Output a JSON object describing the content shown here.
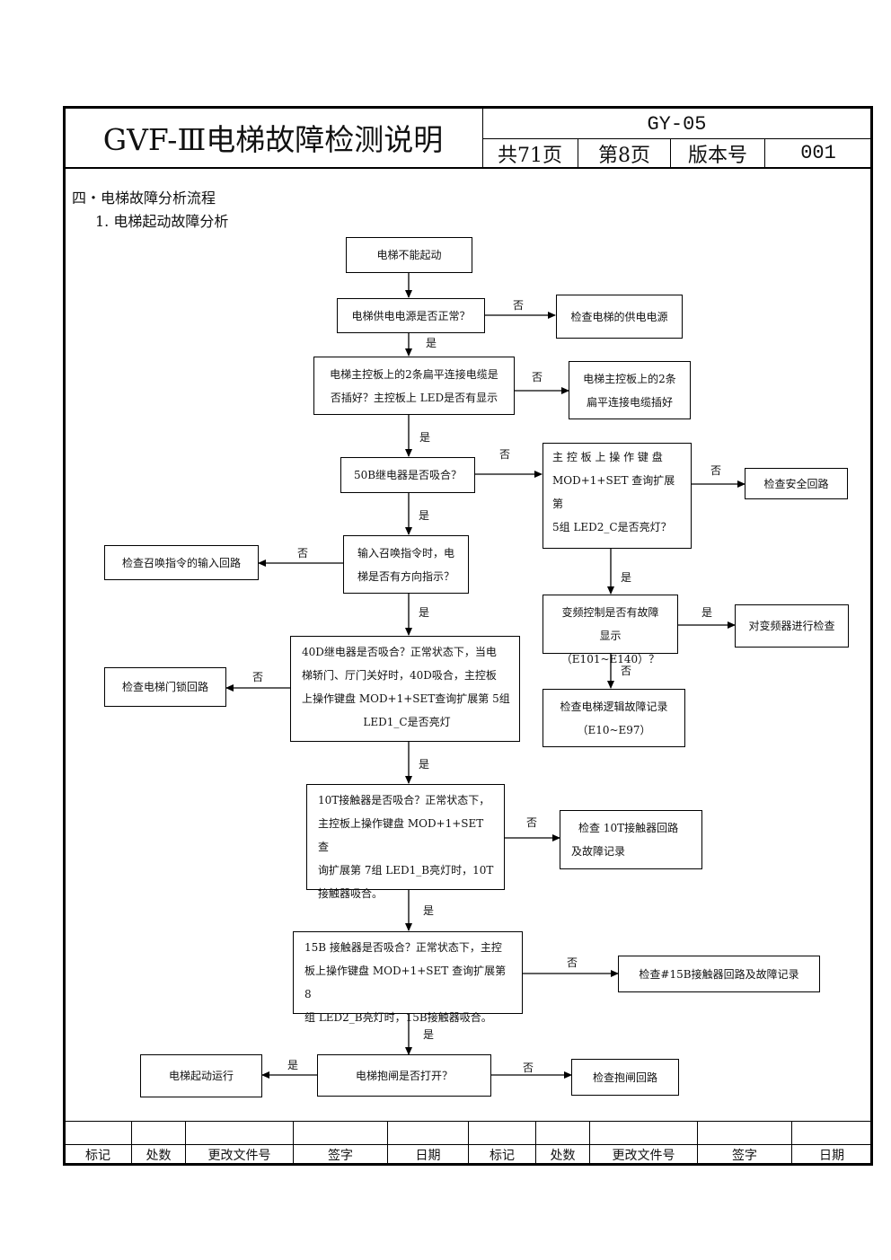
{
  "header": {
    "title": "GVF-Ⅲ电梯故障检测说明",
    "doc_code": "GY-05",
    "total_pages": "共71页",
    "page_no": "第8页",
    "version_label": "版本号",
    "version_value": "001"
  },
  "section": {
    "heading": "四・电梯故障分析流程",
    "subheading": "1.  电梯起动故障分析"
  },
  "flow": {
    "start": "电梯不能起动",
    "q_power": "电梯供电电源是否正常？",
    "a_power": "检查电梯的供电电源",
    "q_cable_1": "电梯主控板上的2条扁平连接电缆是",
    "q_cable_2": "否插好？主控板上  LED是否有显示",
    "a_cable_1": "电梯主控板上的2条",
    "a_cable_2": "扁平连接电缆插好",
    "q_50b": "50B继电器是否吸合？",
    "q_kbd_1": "主 控 板 上 操 作 键 盘",
    "q_kbd_2": "MOD+1+SET  查询扩展第",
    "q_kbd_3": "5组   LED2_C是否亮灯？",
    "a_safety": "检查安全回路",
    "q_call_1": "输入召唤指令时，电",
    "q_call_2": "梯是否有方向指示？",
    "a_call": "检查召唤指令的输入回路",
    "q_vf_1": "变频控制是否有故障",
    "q_vf_2": "显示（E101~E140）？",
    "a_vf": "对变频器进行检查",
    "a_logic_1": "检查电梯逻辑故障记录",
    "a_logic_2": "（E10~E97）",
    "q_40d_1": "40D继电器是否吸合？正常状态下，当电",
    "q_40d_2": "梯轿门、厅门关好时，40D吸合，主控板",
    "q_40d_3": "上操作键盘  MOD+1+SET查询扩展第    5组",
    "q_40d_4": "LED1_C是否亮灯",
    "a_door": "检查电梯门锁回路",
    "q_10t_1": "10T接触器是否吸合？正常状态下，",
    "q_10t_2": "主控板上操作键盘    MOD+1+SET   查",
    "q_10t_3": "询扩展第  7组    LED1_B亮灯时，10T",
    "q_10t_4": "接触器吸合。",
    "a_10t_1": "检查  10T接触器回路",
    "a_10t_2": "及故障记录",
    "q_15b_1": "15B  接触器是否吸合？正常状态下，主控",
    "q_15b_2": "板上操作键盘  MOD+1+SET 查询扩展第     8",
    "q_15b_3": "组  LED2_B亮灯时，15B接触器吸合。",
    "a_15b": "检查#15B接触器回路及故障记录",
    "q_brake": "电梯抱闸是否打开？",
    "a_brake": "检查抱闸回路",
    "a_run": "电梯起动运行"
  },
  "labels": {
    "yes": "是",
    "no": "否"
  },
  "footer": {
    "cols": [
      "标记",
      "处数",
      "更改文件号",
      "签字",
      "日期",
      "标记",
      "处数",
      "更改文件号",
      "签字",
      "日期"
    ]
  }
}
